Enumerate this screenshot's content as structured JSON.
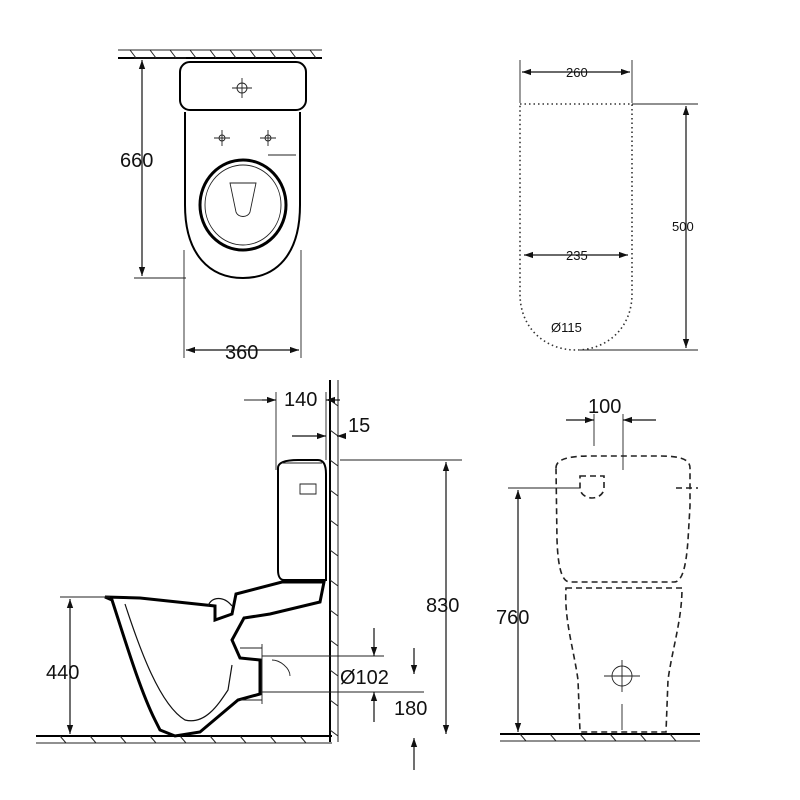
{
  "views": {
    "top": {
      "depth_label": "660",
      "width_label": "360"
    },
    "seat_opening": {
      "top_width_label": "260",
      "height_label": "500",
      "inner_width_label": "235",
      "diameter_label": "Ø115"
    },
    "side": {
      "tank_depth_label": "140",
      "wall_gap_label": "15",
      "rim_height_label": "440",
      "overall_height_label": "830",
      "outlet_diameter_label": "Ø102",
      "outlet_height_label": "180"
    },
    "front": {
      "inlet_offset_label": "100",
      "height_label": "760"
    }
  }
}
